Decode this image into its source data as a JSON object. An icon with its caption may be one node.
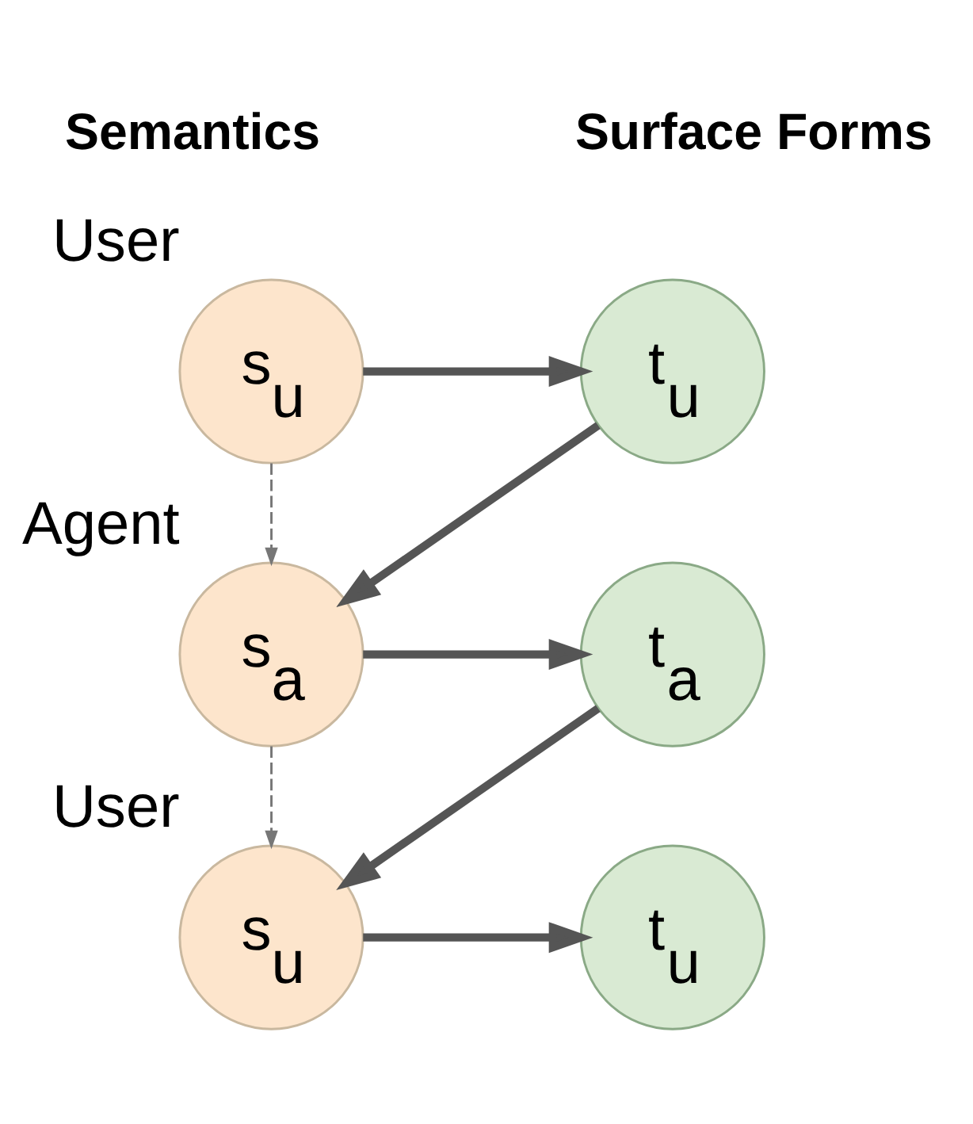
{
  "diagram": {
    "nodes": [
      {
        "text": [
          "s$_{u}$"
        ],
        "beside": [
          "User"
        ]
      },
      {
        "text": [
          "t$_{u}$"
        ]
      },
      {
        "text": [
          "s$_{a}$"
        ],
        "beside": [
          "Agent"
        ]
      },
      {
        "text": [
          "t$_{a}$"
        ]
      },
      {
        "text": [
          "s$_{u}$"
        ],
        "beside": [
          "User"
        ]
      },
      {
        "text": [
          "t$_{u}$"
        ]
      }
    ],
    "edges": [
      {
        "from": 0,
        "to": 1,
        "arrow": "to"
      },
      {
        "from": 1,
        "to": 2,
        "arrow": "to"
      },
      {
        "from": 0,
        "to": 2,
        "arrow": "to",
        "style": "dashed",
        "color": "#777777"
      },
      {
        "from": 2,
        "to": 3,
        "arrow": "to"
      },
      {
        "from": 3,
        "to": 4,
        "arrow": "to"
      },
      {
        "from": 2,
        "to": 4,
        "arrow": "to",
        "style": "dashed",
        "color": "#777777"
      },
      {
        "from": 4,
        "to": 5,
        "arrow": "to"
      }
    ],
    "labels": [
      "Semantics",
      "Surface Forms"
    ]
  }
}
